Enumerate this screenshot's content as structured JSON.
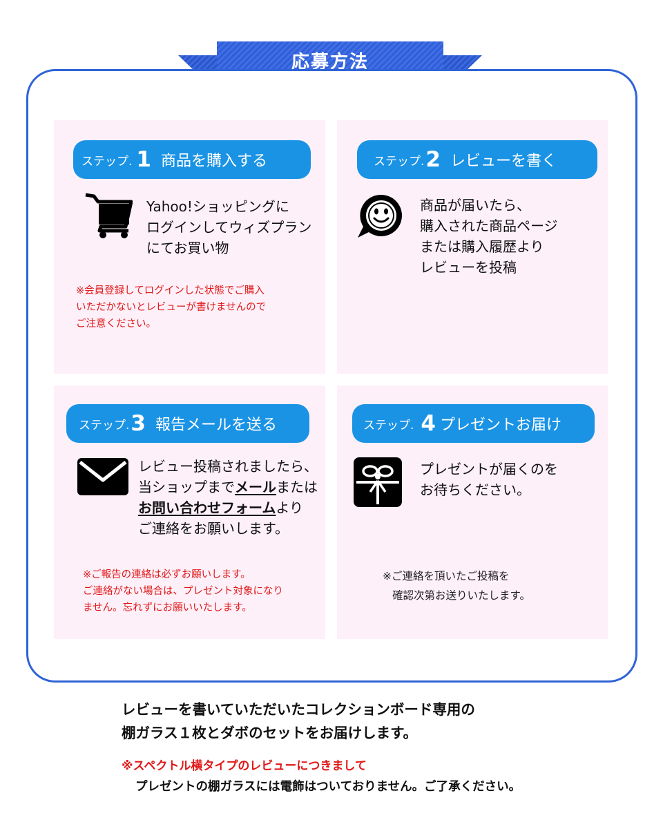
{
  "title": "応募方法",
  "steps": [
    {
      "prefix": "ステップ.",
      "number": "1",
      "title": "商品を購入する",
      "icon": "shopping-cart-icon",
      "desc": [
        "Yahoo!ショッピングに",
        "ログインしてウィズプラン",
        "にてお買い物"
      ],
      "note": [
        "※会員登録してログインした状態でご購入",
        "いただかないとレビューが書けませんので",
        "ご注意ください。"
      ],
      "note_color": "#e01818"
    },
    {
      "prefix": "ステップ.",
      "number": "2",
      "title": "レビューを書く",
      "icon": "smiley-chat-icon",
      "desc": [
        "商品が届いたら、",
        "購入された商品ページ",
        "または購入履歴より",
        "レビューを投稿"
      ]
    },
    {
      "prefix": "ステップ.",
      "number": "3",
      "title": "報告メールを送る",
      "icon": "mail-icon",
      "desc_line1": "レビュー投稿されましたら、",
      "desc_line2_pre": "当ショップまで",
      "desc_line2_link": "メール",
      "desc_line2_post": "または",
      "desc_line3_link": "お問い合わせフォーム",
      "desc_line3_post": "より",
      "desc_line4": "ご連絡をお願いします。",
      "note": [
        "※ご報告の連絡は必ずお願いします。",
        "ご連絡がない場合は、プレゼント対象になり",
        "ません。忘れずにお願いいたします。"
      ],
      "note_color": "#e01818"
    },
    {
      "prefix": "ステップ.",
      "number": "4",
      "title": "プレゼントお届け",
      "icon": "gift-icon",
      "desc": [
        "プレゼントが届くのを",
        "お待ちください。"
      ],
      "note": [
        "※ご連絡を頂いたご投稿を",
        "確認次第お送りいたします。"
      ]
    }
  ],
  "bottom": {
    "line1": "レビューを書いていただいたコレクションボード専用の",
    "line2": "棚ガラス１枚とダボのセットをお届けします。",
    "notice": "※スペクトル横タイプのレビューにつきまして",
    "notice_detail": "プレゼントの棚ガラスには電飾はついておりません。ご了承ください。"
  },
  "colors": {
    "frame": "#2f63d6",
    "pill": "#1a93e5",
    "card": "#fdf0f9",
    "alert": "#e01818"
  }
}
